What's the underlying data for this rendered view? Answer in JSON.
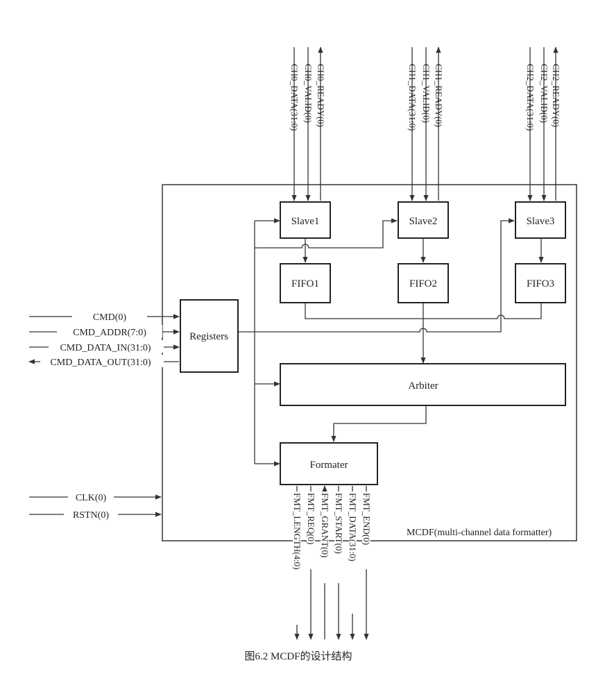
{
  "diagram": {
    "module_label": "MCDF(multi-channel data formatter)",
    "blocks": {
      "slave1": "Slave1",
      "slave2": "Slave2",
      "slave3": "Slave3",
      "fifo1": "FIFO1",
      "fifo2": "FIFO2",
      "fifo3": "FIFO3",
      "registers": "Registers",
      "arbiter": "Arbiter",
      "formatter": "Formater"
    },
    "channel_ports": [
      [
        "CH0_DATA(31:0)",
        "CH0_VALID(0)",
        "CH0_READY(0)"
      ],
      [
        "CH1_DATA(31:0)",
        "CH1_VALID(0)",
        "CH1_READY(0)"
      ],
      [
        "CH2_DATA(31:0)",
        "CH2_VALID(0)",
        "CH2_READY(0)"
      ]
    ],
    "cmd_ports": [
      "CMD(0)",
      "CMD_ADDR(7:0)",
      "CMD_DATA_IN(31:0)",
      "CMD_DATA_OUT(31:0)"
    ],
    "clock_ports": [
      "CLK(0)",
      "RSTN(0)"
    ],
    "fmt_ports": [
      "FMT_LENGTH(4:0)",
      "FMT_REQ(0)",
      "FMT_GRANT(0)",
      "FMT_START(0)",
      "FMT_DATA(31:0)",
      "FMT_END(0)"
    ],
    "caption": "图6.2 MCDF的设计结构"
  }
}
